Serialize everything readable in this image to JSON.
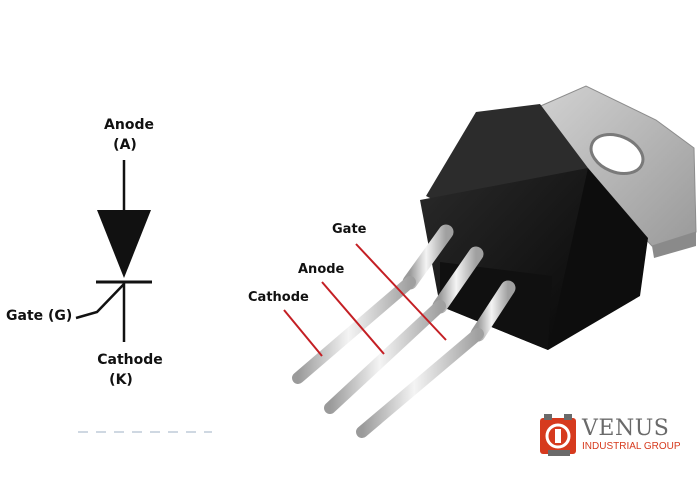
{
  "symbol": {
    "anode_label": "Anode",
    "anode_short": "(A)",
    "cathode_label": "Cathode",
    "cathode_short": "(K)",
    "gate_label": "Gate (G)"
  },
  "package": {
    "gate_label": "Gate",
    "anode_label": "Anode",
    "cathode_label": "Cathode"
  },
  "logo": {
    "brand": "VENUS",
    "tagline": "INDUSTRIAL GROUP"
  },
  "colors": {
    "leader_line": "#c41f24",
    "symbol_ink": "#111111",
    "body_black": "#121212",
    "tab_grey": "#b4b4b4",
    "lead_grey": "#c8c8c8",
    "logo_red": "#d63a1e",
    "logo_grey": "#6a6a6a"
  }
}
